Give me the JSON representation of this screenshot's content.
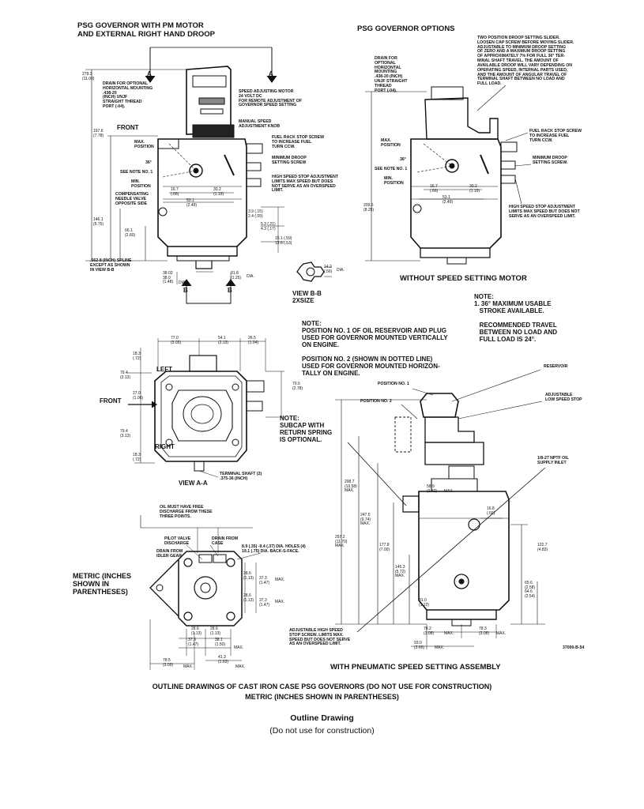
{
  "titles": {
    "top_left": "PSG GOVERNOR WITH PM MOTOR\nAND EXTERNAL RIGHT HAND DROOP",
    "top_right": "PSG GOVERNOR OPTIONS",
    "without_motor": "WITHOUT SPEED SETTING MOTOR",
    "pneumatic": "WITH PNEUMATIC SPEED SETTING ASSEMBLY",
    "view_aa": "VIEW A-A",
    "view_bb": "VIEW B-B\n2XSIZE",
    "metric": "METRIC (INCHES\nSHOWN IN\nPARENTHESES)"
  },
  "labels_left": {
    "drain_optional": "DRAIN FOR OPTIONAL\nHORIZONTAL MOUNTING\n.438-20\n(INCH) UNJF\nSTRAIGHT THREAD\nPORT (-04).",
    "speed_motor": "SPEED ADJUSTING MOTOR\n24 VOLT DC\nFOR REMOTE ADJUSTMENT OF\nGOVERNOR SPEED SETTING",
    "manual_speed": "MANUAL SPEED\nADJUSTMENT KNOB",
    "fuel_rack": "FUEL RACK STOP SCREW\nTO INCREASE FUEL\nTURN CCW.",
    "min_droop": "MINIMUM DROOP\nSETTING SCREW",
    "high_speed": "HIGH SPEED STOP ADJUSTMENT\nLIMITS MAX SPEED BUT DOES\nNOT SERVE AS AN OVERSPEED\nLIMIT.",
    "front": "FRONT",
    "max_position": "MAX.\nPOSITION",
    "deg36": "36°",
    "see_note": "SEE NOTE NO. 1",
    "min_position": "MIN.\nPOSITION",
    "compensating": "COMPENSATING\nNEEDLE VALVE\nOPPOSITE SIDE",
    "spline": ".562-8 (INCH) SPLINE\nEXCEPT AS SHOWN\nIN VIEW B-B",
    "a_left": "A",
    "a_right": "A",
    "b_left": "B",
    "b_right": "B"
  },
  "dims_left": {
    "d279": "279.3\n(11.00)",
    "d197": "197.6\n(7.78)",
    "d146": "146.1\n(5.75)",
    "d66": "66.1\n(2.60)",
    "d167": "16.7\n(.66)",
    "d302": "30.2\n(1.19)",
    "d531": "53.1\n(2.49)",
    "d39": "3.9 (.15)\n2.4 (.09)",
    "d53": "5.3 (.21)\n4.3 (.17)",
    "d151": "15.1 (.59)\n13.6 (.53)",
    "d3802": "38.02\n38.0\n(1.48)",
    "dia1": "DIA.",
    "d318": "31.8\n(1.25)",
    "dia2": "DIA.",
    "d142": "14.2\n(.56)",
    "dia3": "DIA."
  },
  "labels_right": {
    "drain_optional": "DRAIN FOR\nOPTIONAL\nHORIZONTAL\nMOUNTING\n.438-20 (INCH)\nUNJF STRAIGHT\nTHREAD\nPORT (-04).",
    "two_position": "TWO POSITION DROOP SETTING SLIDER.\nLOOSEN CAP SCREW BEFORE MOVING SLIDER.\nADJUSTABLE TO MINIMUM DROOP SETTING\nOF ZERO AND A MAXIMUM DROOP SETTING\nOF APPROXIMATELY 7% FOR FULL 36° TER-\nMINAL SHAFT TRAVEL. THE AMOUNT OF\nAVAILABLE DROOP WILL VARY DEPENDING ON\nOPERATING SPEED, INTERNAL PARTS USED,\nAND THE AMOUNT OF ANGULAR TRAVEL OF\nTERMINAL SHAFT BETWEEN NO LOAD AND\nFULL LOAD.",
    "fuel_rack": "FUEL RACK STOP SCREW\nTO INCREASE FUEL\nTURN CCW.",
    "min_droop": "MINIMUM DROOP\nSETTING SCREW.",
    "high_speed": "HIGH SPEED STOP ADJUSTMENT\nLIMITS MAX SPEED BUT DOES NOT\nSERVE AS AN OVERSPEED LIMIT.",
    "max_position": "MAX.\nPOSITION",
    "deg36": "36°",
    "see_note": "SEE NOTE NO. 1",
    "min_position": "MIN.\nPOSITION",
    "d167": "16.7\n(.66)",
    "d302": "30.2\n(1.19)",
    "d531": "53.1\n(2.49)",
    "d2096": "209.6\n(8.25)"
  },
  "notes": {
    "note1": "NOTE:\n1. 36° MAXIMUM USABLE\n   STROKE AVAILABLE.\n\n   RECOMMENDED TRAVEL\n   BETWEEN NO LOAD AND\n   FULL LOAD IS 24°.",
    "note_center": "NOTE:\nPOSITION NO. 1 OF OIL RESERVOIR AND PLUG\nUSED FOR GOVERNOR MOUNTED VERTICALLY\nON ENGINE.\n\nPOSITION NO. 2 (SHOWN IN DOTTED LINE)\nUSED FOR GOVERNOR MOUNTED HORIZON-\nTALLY ON ENGINE.",
    "subcap": "NOTE:\nSUBCAP WITH\nRETURN SPRING\nIS OPTIONAL."
  },
  "view_aa": {
    "d77": "77.0\n(3.03)",
    "d541": "54.1\n(2.13)",
    "d265": "26.5\n(1.04)",
    "d183a": "18.3\n(.72)",
    "d794a": "79.4\n(3.13)",
    "d270": "27.0\n(1.06)",
    "d794b": "79.4\n(3.13)",
    "d183b": "18.3\n(.72)",
    "d706": "70.6\n(2.78)",
    "left": "LEFT",
    "front": "FRONT",
    "right": "RIGHT",
    "terminal": "TERMINAL SHAFT (2)\n.375-36 (INCH)"
  },
  "bottom_view": {
    "oil_must": "OIL MUST HAVE FREE\nDISCHARGE FROM THESE\nTHREE POINTS.",
    "pilot_valve": "PILOT VALVE\nDISCHARGE",
    "drain_case": "DRAIN FROM\nCASE",
    "drain_idler": "DRAIN FROM\nIDLER GEAR",
    "holes": "8.9 (.35) -9.4 (.37) DIA. HOLES (4)\n19.1 (.75) DIA. BACK-S-FACE.",
    "d286a": "28.6\n(1.13)",
    "d373a": "37.3\n(1.47)",
    "max1": "MAX.",
    "d286b": "28.6\n(1.13)",
    "d373b": "37.3\n(1.47)",
    "max2": "MAX.",
    "d286c": "28.6\n(1.13)",
    "d286d": "28.6\n(1.13)",
    "d373c": "37.3\n(1.47)",
    "d381": "38.1\n(1.50)",
    "max3": "MAX.",
    "d785": "78.5\n(3.09)",
    "d413": "41.3\n(1.63)",
    "max4": "MAX.",
    "max5": "MAX."
  },
  "pneumatic_view": {
    "reservoir": "RESERVOIR",
    "low_speed": "ADJUSTABLE\nLOW SPEED STOP",
    "pos1": "POSITION NO. 1",
    "pos2": "POSITION NO. 2",
    "oil_inlet": "1/8-27 NPTF OIL\nSUPPLY INLET",
    "d2987": "298.7\n(10.58)\nMAX.",
    "d2475": "247.5\n(9.74)\nMAX.",
    "d2972": "297.2\n(11.70)\nMAX.",
    "d1778": "177.8\n(7.00)",
    "d1453": "145.3\n(5.72)\nMAX.",
    "d589": "58.9\n(2.32)",
    "max_a": "MAX.",
    "d168": "16.8\n(.66)",
    "d1227": "122.7\n(4.83)",
    "d656": "65.6\n(2.58)\n64.6\n(2.54)",
    "d310": "31.0\n(1.22)",
    "d782": "78.2\n(3.08)",
    "max_b": "MAX.",
    "d783": "78.3\n(3.08)",
    "max_c": "MAX.",
    "d930": "93.0\n(3.66)",
    "max_d": "MAX.",
    "adj_high": "ADJUSTABLE HIGH SPEED\nSTOP SCREW. LIMITS MAX.\nSPEED BUT DOES NOT SERVE\nAS AN OVERSPEED LIMIT.",
    "drawing_no": "37000-B-54"
  },
  "footer": {
    "line1": "OUTLINE DRAWINGS OF CAST IRON CASE PSG GOVERNORS (DO NOT USE FOR CONSTRUCTION)",
    "line2": "METRIC (INCHES SHOWN IN PARENTHESES)",
    "caption_title": "Outline Drawing",
    "caption_sub": "(Do not use for construction)"
  }
}
